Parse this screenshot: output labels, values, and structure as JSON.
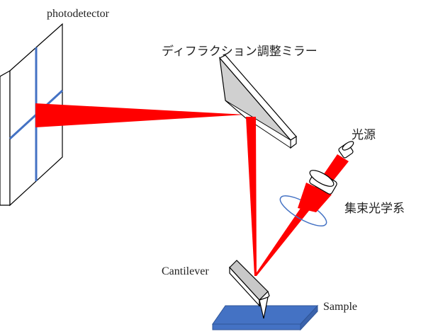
{
  "labels": {
    "photodetector": "photodetector",
    "mirror": "ディフラクション調整ミラー",
    "light_source": "光源",
    "focusing_optics": "集束光学系",
    "cantilever": "Cantilever",
    "sample": "Sample"
  },
  "colors": {
    "laser": "#ff0000",
    "mirror_face": "#d0d0d0",
    "mirror_edge": "#ffffff",
    "detector_face": "#ffffff",
    "detector_lines": "#4472c4",
    "lens_ring": "#4472c4",
    "cantilever_face": "#c8c8c8",
    "sample": "#4472c4",
    "outline": "#000000"
  },
  "icons": {
    "light_source": "cylinder-icon",
    "focusing_lens": "lens-icon"
  }
}
